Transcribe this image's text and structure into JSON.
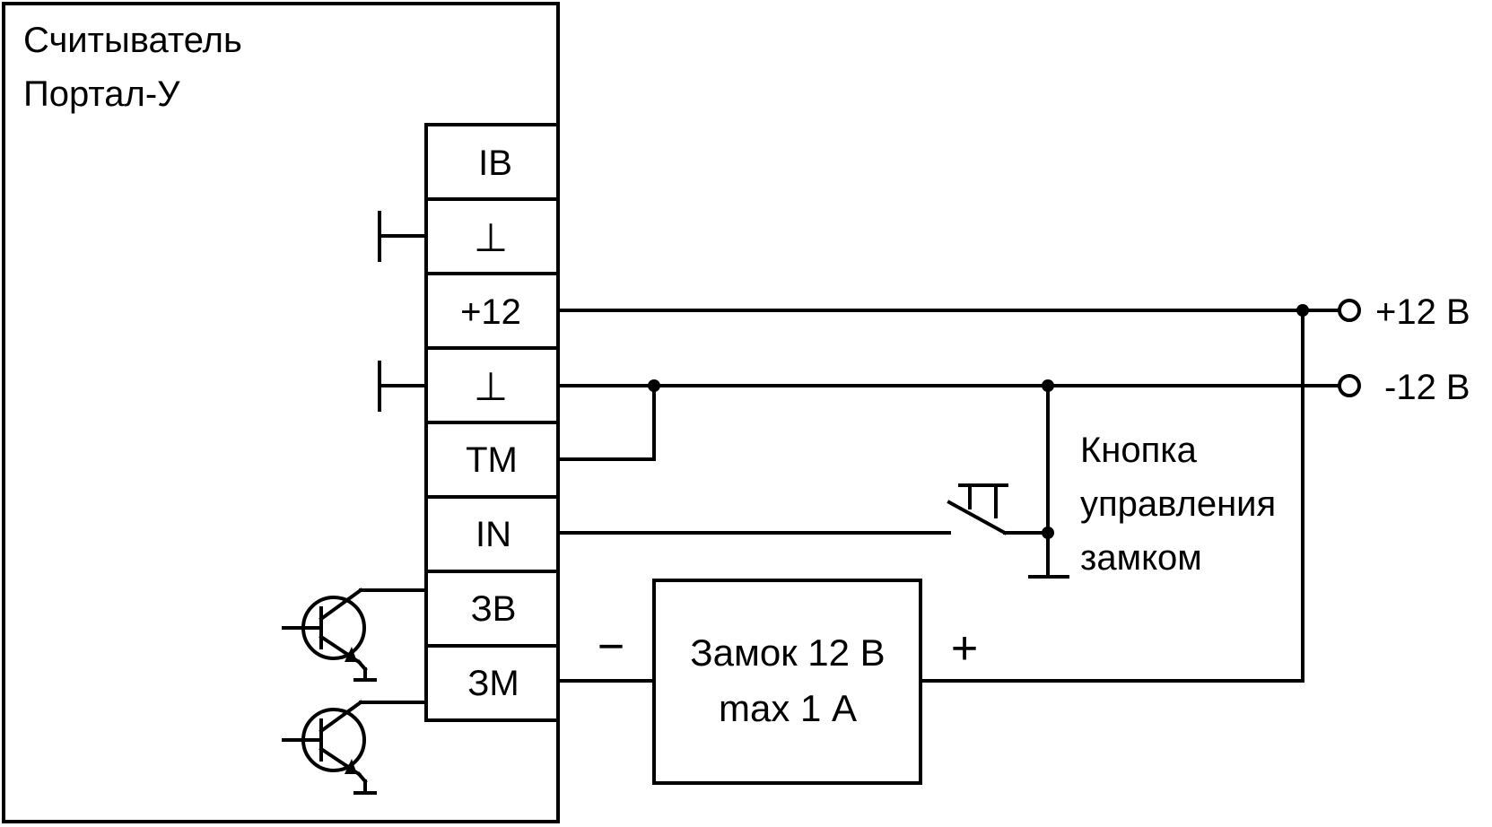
{
  "reader": {
    "title_line1": "Считыватель",
    "title_line2": "Портал-У"
  },
  "terminals": [
    {
      "id": "ib",
      "label": "IB"
    },
    {
      "id": "gnd1",
      "label": "⊥"
    },
    {
      "id": "p12",
      "label": "+12"
    },
    {
      "id": "gnd2",
      "label": "⊥"
    },
    {
      "id": "tm",
      "label": "TM"
    },
    {
      "id": "in",
      "label": "IN"
    },
    {
      "id": "zv",
      "label": "ЗВ"
    },
    {
      "id": "zm",
      "label": "ЗМ"
    }
  ],
  "power": {
    "plus_label": "+12 В",
    "minus_label": "-12 В"
  },
  "button": {
    "line1": "Кнопка",
    "line2": "управления",
    "line3": "замком"
  },
  "lock": {
    "line1": "Замок 12 В",
    "line2": "max 1 А",
    "minus_sign": "−",
    "plus_sign": "+"
  }
}
